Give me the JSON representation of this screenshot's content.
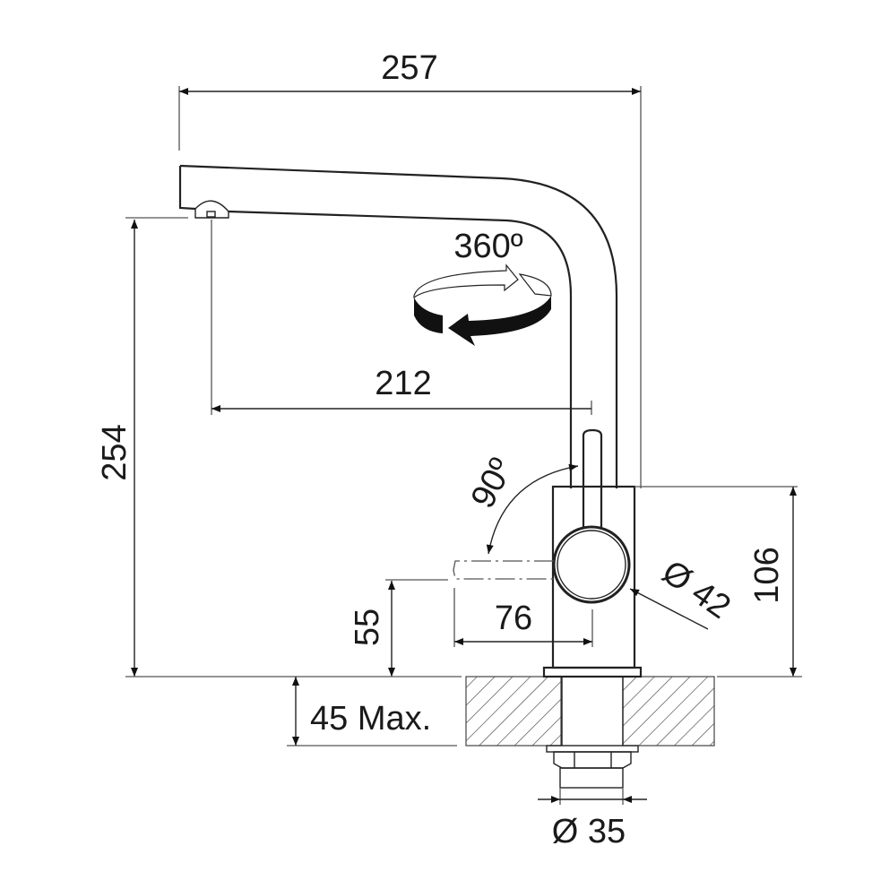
{
  "dimensions": {
    "spout_total_length": "257",
    "total_height": "254",
    "spout_reach": "212",
    "rotation": "360º",
    "lever_angle": "90º",
    "lever_diameter": "Ø 42",
    "body_height": "106",
    "lever_height": "55",
    "lever_length": "76",
    "max_counter_thickness": "45 Max.",
    "connection_diameter": "Ø 35"
  }
}
